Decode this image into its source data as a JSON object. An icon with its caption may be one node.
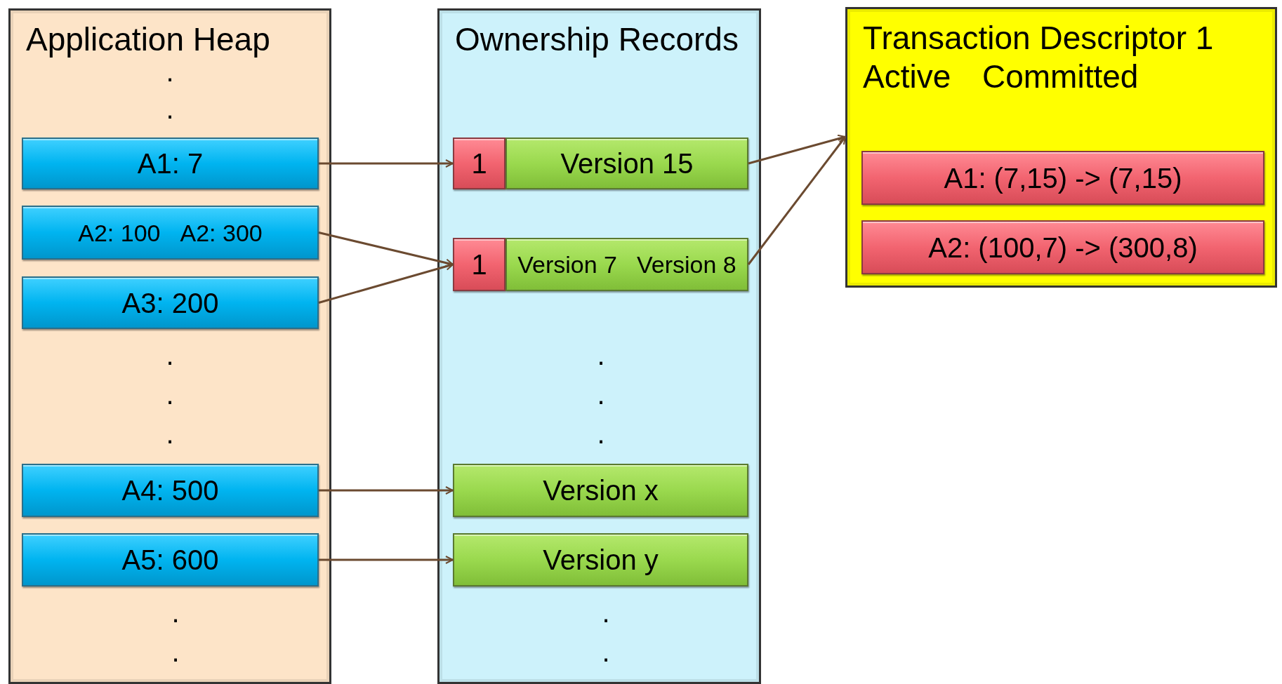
{
  "diagram": {
    "nodes": [
      {
        "text": [
          "Application Heap"
        ]
      },
      {
        "text": [
          "A1: 7"
        ],
        "in": 0
      },
      {
        "text": [
          "A2: 100",
          "A2: 300"
        ],
        "in": 0
      },
      {
        "text": [
          "A3: 200"
        ],
        "in": 0
      },
      {
        "text": [
          "A4: 500"
        ],
        "in": 0
      },
      {
        "text": [
          "A5: 600"
        ],
        "in": 0
      },
      {
        "text": [
          "Ownership Records"
        ]
      },
      {
        "text": [
          "1"
        ],
        "in": 6
      },
      {
        "text": [
          "Version 15"
        ],
        "in": 6
      },
      {
        "text": [
          "1"
        ],
        "in": 6
      },
      {
        "text": [
          "Version 7",
          "Version 8"
        ],
        "in": 6
      },
      {
        "text": [
          "Version x"
        ],
        "in": 6
      },
      {
        "text": [
          "Version y"
        ],
        "in": 6
      },
      {
        "text": [
          "Transaction Descriptor 1",
          "Active",
          "Committed"
        ]
      },
      {
        "text": [
          "A1: (7,15) -> (7,15)"
        ],
        "in": 13
      },
      {
        "text": [
          "A2: (100,7) -> (300,8)"
        ],
        "in": 13
      }
    ],
    "edges": [
      {
        "from": 1,
        "to": 7,
        "arrow": "to"
      },
      {
        "from": 2,
        "to": 9,
        "arrow": "to"
      },
      {
        "from": 3,
        "to": 9,
        "arrow": "to"
      },
      {
        "from": 4,
        "to": 11,
        "arrow": "to"
      },
      {
        "from": 5,
        "to": 12,
        "arrow": "to"
      },
      {
        "from": 8,
        "to": 13,
        "arrow": "to"
      },
      {
        "from": 10,
        "to": 13,
        "arrow": "to"
      }
    ],
    "labels": [
      ".",
      ".",
      ".",
      ".",
      ".",
      ".",
      ".",
      ".",
      ".",
      ".",
      ".",
      "."
    ]
  }
}
